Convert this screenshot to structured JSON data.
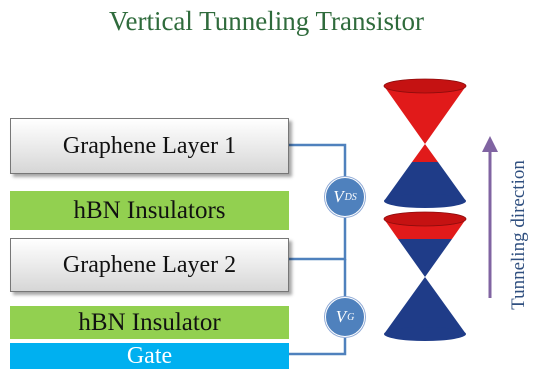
{
  "title": "Vertical Tunneling Transistor",
  "layers": {
    "graphene_1": "Graphene Layer 1",
    "hbn_top": "hBN Insulators",
    "graphene_2": "Graphene Layer 2",
    "hbn_bottom": "hBN Insulator",
    "gate": "Gate"
  },
  "sources": {
    "vds": {
      "symbol": "V",
      "subscript": "DS"
    },
    "vg": {
      "symbol": "V",
      "subscript": "G"
    }
  },
  "tunneling_label": "Tunneling direction",
  "colors": {
    "title": "#2f6b3c",
    "hbn": "#92d050",
    "gate": "#00b0f0",
    "wire": "#4f81bd",
    "source": "#4f81bd",
    "cone_red": "#e11a1a",
    "cone_blue": "#1f3c88",
    "arrow": "#8064a2",
    "label": "#2f4f7f"
  }
}
